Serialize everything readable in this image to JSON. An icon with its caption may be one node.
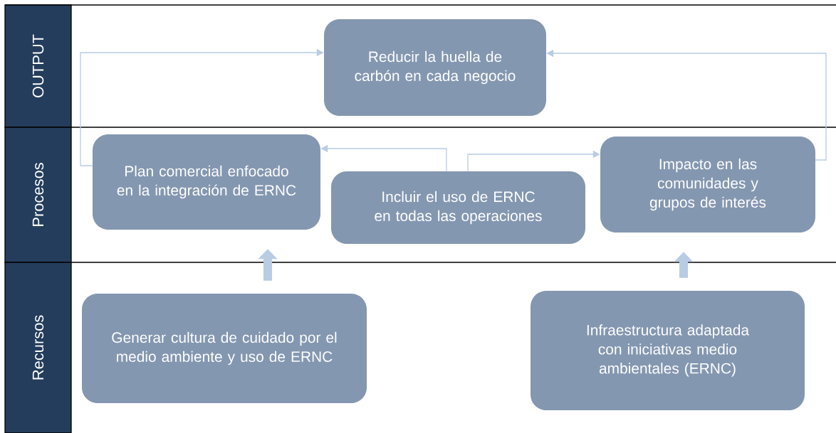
{
  "diagram": {
    "nodes": [
      {
        "text": [
          "OUTPUT"
        ]
      },
      {
        "text": [
          "Procesos"
        ]
      },
      {
        "text": [
          "Recursos"
        ]
      },
      {
        "text": [
          "Reducir la huella de carbón en cada negocio"
        ]
      },
      {
        "text": [
          "Plan comercial enfocado en la integración de ERNC"
        ]
      },
      {
        "text": [
          "Incluir el uso de ERNC en todas las operaciones"
        ]
      },
      {
        "text": [
          "Impacto en las comunidades y grupos de interés"
        ]
      },
      {
        "text": [
          "Generar cultura de cuidado por el medio ambiente y uso de ERNC"
        ]
      },
      {
        "text": [
          "Infraestructura adaptada con iniciativas medio ambientales (ERNC)"
        ]
      }
    ],
    "edges": [
      {
        "from": 4,
        "to": 3,
        "arrow": "to"
      },
      {
        "from": 6,
        "to": 3,
        "arrow": "to"
      },
      {
        "from": 5,
        "to": 4,
        "arrow": "to"
      },
      {
        "from": 5,
        "to": 6,
        "arrow": "to"
      },
      {
        "from": 7,
        "to": 4,
        "arrow": "to",
        "style": "thick"
      },
      {
        "from": 8,
        "to": 6,
        "arrow": "to",
        "style": "thick"
      }
    ]
  }
}
